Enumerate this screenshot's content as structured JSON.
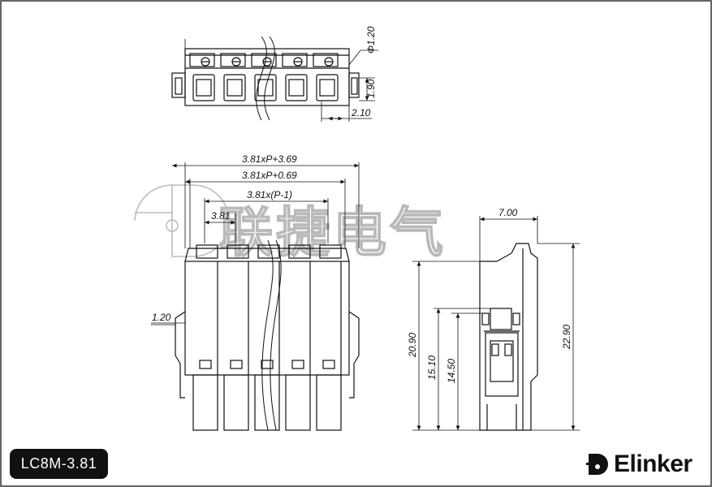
{
  "drawing": {
    "watermark": "联捷电气",
    "model": "LC8M-3.81",
    "brand": "Elinker",
    "top_view": {
      "hole_dia": "Φ1.20",
      "depth": "1.90",
      "pitch_offset": "2.10",
      "positions": 5
    },
    "front_view": {
      "overall": "3.81xP+3.69",
      "inner": "3.81xP+0.69",
      "span": "3.81x(P-1)",
      "pitch": "3.81",
      "latch": "1.20"
    },
    "side_view": {
      "width": "7.00",
      "body_height": "20.90",
      "total_height": "22.90",
      "mid_height": "15.10",
      "low_height": "14.50"
    }
  }
}
